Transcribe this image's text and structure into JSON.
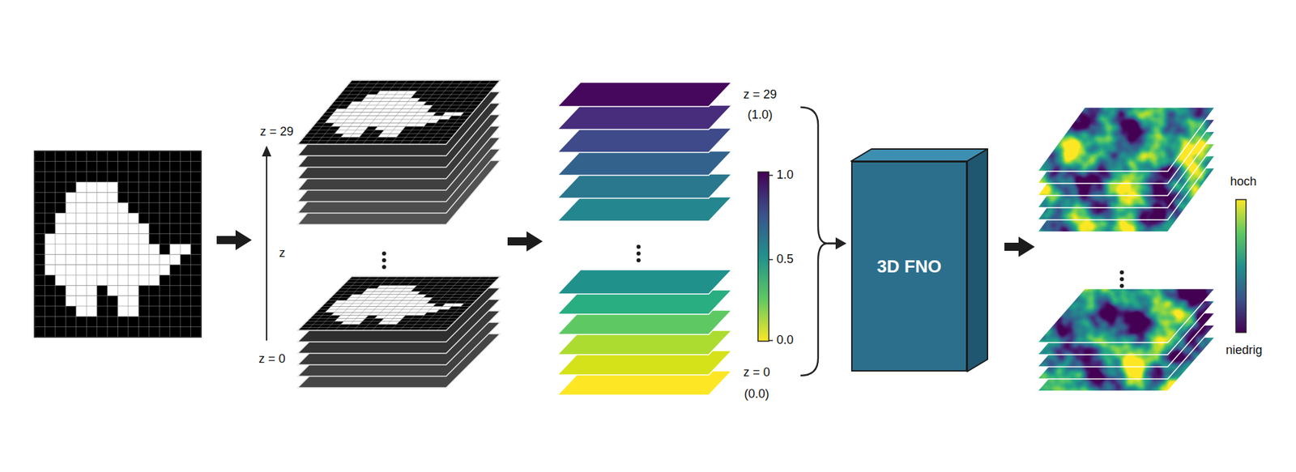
{
  "diagram": {
    "nodes": [
      {
        "text": [
          "3D FNO"
        ]
      }
    ],
    "labels": [
      "z = 29",
      "z",
      "z = 0",
      "z = 29",
      "(1.0)",
      "1.0",
      "0.5",
      "0.0",
      "z = 0",
      "(0.0)",
      "hoch",
      "niedrig"
    ]
  }
}
